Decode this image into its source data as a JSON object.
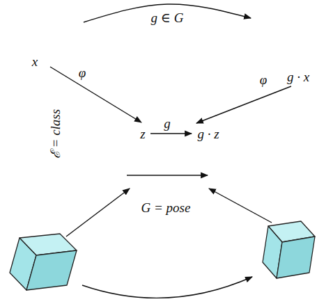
{
  "diagram": {
    "nodes": [
      {
        "text": [
          "x"
        ]
      },
      {
        "text": [
          "g · x"
        ]
      },
      {
        "text": [
          "z",
          "g",
          "g · z"
        ]
      },
      {
        "text": [
          "G = pose"
        ]
      }
    ],
    "edges": [
      {
        "from": 0,
        "to": 1,
        "arrow": "to",
        "label": "g ∈ G"
      },
      {
        "from": 0,
        "to": 2,
        "arrow": "to",
        "label": "φ"
      },
      {
        "from": 1,
        "to": 2,
        "arrow": "to",
        "label": "φ"
      }
    ],
    "labels": [
      "ℰ = class"
    ]
  }
}
